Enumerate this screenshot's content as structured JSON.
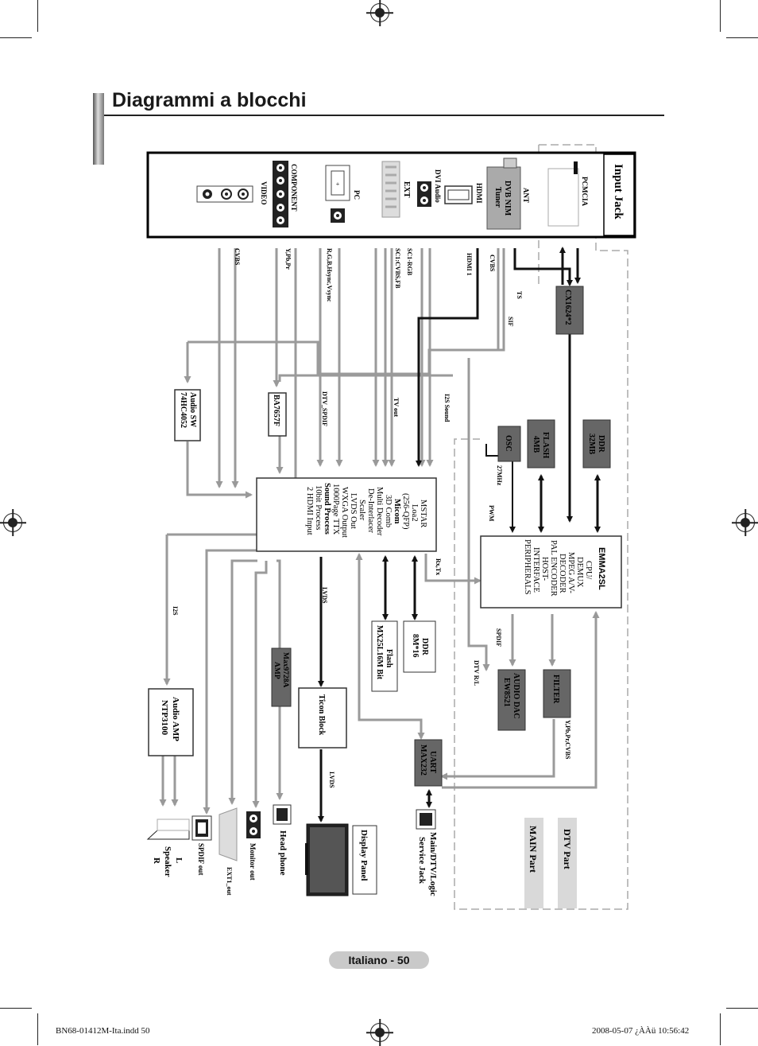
{
  "header": {
    "title": "Diagrammi a blocchi"
  },
  "footer": {
    "page_label": "Italiano - 50",
    "file_info": "BN68-01412M-Ita.indd   50",
    "timestamp": "2008-05-07   ¿ÀÀü 10:56:42"
  },
  "input_jack": {
    "title": "Input Jack",
    "pcmcia": "PCMCIA",
    "ant": "ANT",
    "tuner_l1": "DVB NIM",
    "tuner_l2": "Tuner",
    "hdmi": "HDMI",
    "dvi_audio": "DVI Audio",
    "ext": "EXT",
    "pc": "PC",
    "component": "COMPONENT",
    "video": "VIDEO"
  },
  "signals": {
    "ts": "TS",
    "cvbs_top": "CVBS",
    "hdmi1": "HDMI 1",
    "sif": "SIF",
    "sc1_rgb": "SC1-RGB",
    "sc1_cvbs_fb": "SC1:CVBS,FB",
    "rgb_sync": "R,G,B,Hsync,Vsync",
    "ypbpr": "Y,Pb,Pr",
    "cvbs_left": "CVBS",
    "i2s_sound": "I2S Sound",
    "tv_out": "TV out",
    "dtv_spdif": "DTV_SPDIF",
    "mhz27": "27MHz",
    "pwm": "PWM",
    "rx_tx": "Rx,Tx",
    "lvds1": "LVDS",
    "lvds2": "LVDS",
    "i2s": "I2S",
    "spdif": "SPDIF",
    "dtv_rl": "DTV R/L",
    "ypbpr_cvbs": "Y,Pb,Pr,CVBS"
  },
  "blocks": {
    "cx": "CX1624*2",
    "ddr32_l1": "DDR",
    "ddr32_l2": "32MB",
    "flash4_l1": "FLASH",
    "flash4_l2": "4MB",
    "osc": "OSC",
    "emma": {
      "title": "EMMA2SL",
      "lines": [
        "CPU/",
        "DEMUX",
        "MPEG A/V-",
        "DECODER",
        "PAL ENCODER",
        "HOST-",
        "INTERFACE",
        "PERIPHERALS"
      ]
    },
    "mstar": {
      "lines": [
        "MSTAR",
        "Loa2",
        "(256-QFP)",
        "Micom",
        "3D Comb",
        "Multi Decoder",
        "De-Interlacer",
        "Scaler",
        "LVDS Out",
        "WXGA Output",
        "1000Page TTX",
        "Sound Process",
        "10bit Process",
        "2 HDMI Input"
      ]
    },
    "audio_sw_l1": "Audio SW",
    "audio_sw_l2": "74HC4052",
    "ba": "BA7657F",
    "ddr8_l1": "DDR",
    "ddr8_l2": "8M*16",
    "flash_mx_l1": "Flash",
    "flash_mx_l2": "MX25L16M Bit",
    "filter": "FILTER",
    "audio_dac_l1": "AUDIO DAC",
    "audio_dac_l2": "EW8521",
    "max_amp_l1": "Max9728A",
    "max_amp_l2": "AMP",
    "ticon": "Ticon Block",
    "uart_l1": "UART",
    "uart_l2": "MAX232",
    "audio_amp_l1": "Audio AMP",
    "audio_amp_l2": "NTP3100"
  },
  "outputs": {
    "speaker_l": "L",
    "speaker_mid": "Speaker",
    "speaker_r": "R",
    "spdif_out": "SPDIF out",
    "ext1_out": "EXT1_out",
    "monitor_out": "Monitor out",
    "head_phone": "Head phone",
    "display_panel": "Display  Panel",
    "service_l1": "Main/DTV/Logic",
    "service_l2": "Service Jack"
  },
  "legend": {
    "dtv_part": "DTV Part",
    "main_part": "MAIN Part"
  }
}
